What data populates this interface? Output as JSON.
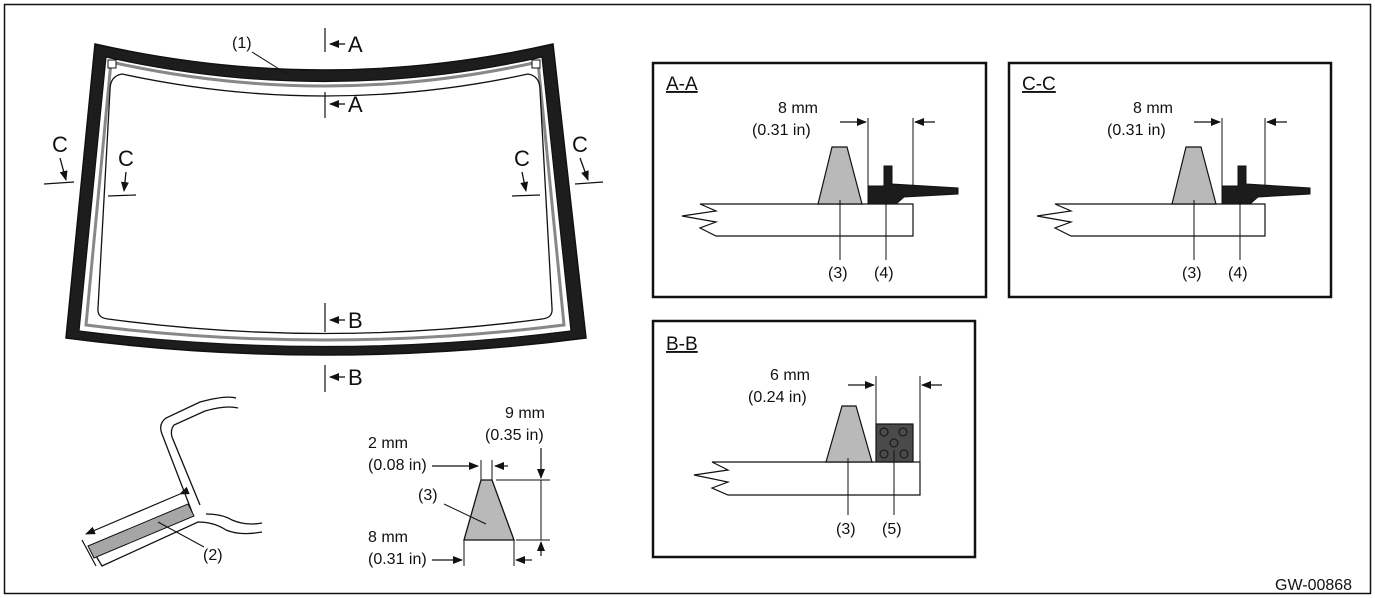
{
  "labels": {
    "part1": "(1)",
    "part2": "(2)",
    "part3": "(3)",
    "part4": "(4)",
    "part5": "(5)",
    "sec_a": "A",
    "sec_b": "B",
    "sec_c": "C"
  },
  "panels": {
    "aa": {
      "title": "A-A",
      "dim_mm": "8 mm",
      "dim_in": "(0.31 in)"
    },
    "cc": {
      "title": "C-C",
      "dim_mm": "8 mm",
      "dim_in": "(0.31 in)"
    },
    "bb": {
      "title": "B-B",
      "dim_mm": "6 mm",
      "dim_in": "(0.24 in)"
    }
  },
  "dam_profile": {
    "height_mm": "9 mm",
    "height_in": "(0.35 in)",
    "top_mm": "2 mm",
    "top_in": "(0.08 in)",
    "base_mm": "8 mm",
    "base_in": "(0.31 in)"
  },
  "figure_code": "GW-00868",
  "colors": {
    "dam_fill": "#b9b9b9",
    "stopper_fill": "#1c1c1c",
    "spacer_fill": "#4a4a4a",
    "frame": "#111111"
  }
}
